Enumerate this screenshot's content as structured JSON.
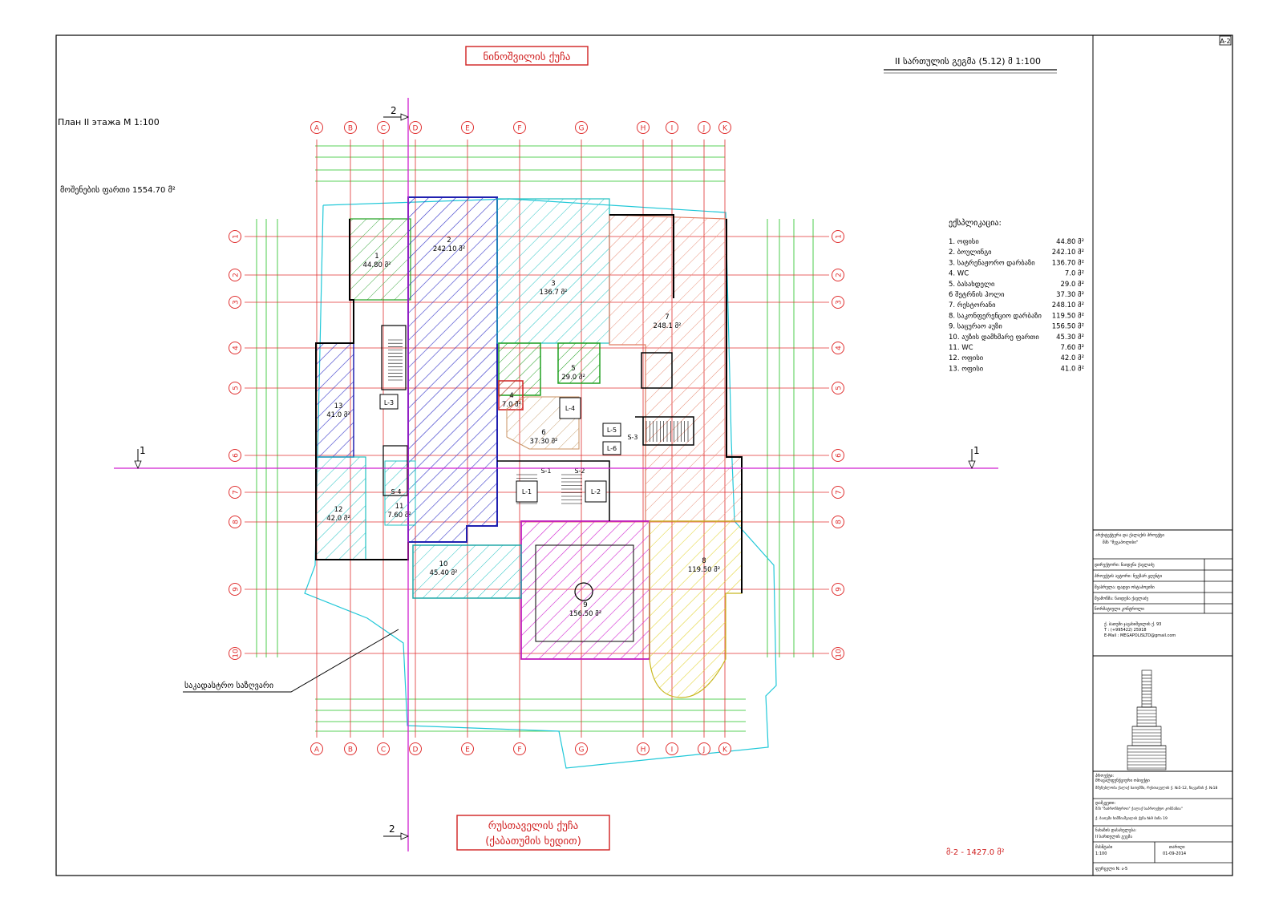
{
  "sheet_code": "A-2",
  "plan_title_ru": "План II этажа М 1:100",
  "plan_title_ge": "II სართულის გეგმა (5.12) მ 1:100",
  "street_top": "ნინოშვილის ქუჩა",
  "street_bottom_line1": "რუსთაველის ქუჩა",
  "street_bottom_line2": "(ქაბათუმის ხედით)",
  "built_area": "მოშენების ფართი 1554.70 მ²",
  "cadastral_label": "საკადასტრო საზღვარი",
  "floor_total": "მ-2 - 1427.0 მ²",
  "axes_letters": [
    "A",
    "B",
    "C",
    "D",
    "E",
    "F",
    "G",
    "H",
    "I",
    "J",
    "K"
  ],
  "axes_numbers": [
    "1",
    "2",
    "3",
    "4",
    "5",
    "6",
    "7",
    "8",
    "9",
    "10"
  ],
  "section_marks": {
    "vertical": "2",
    "horizontal": "1"
  },
  "explication": {
    "title": "ექსპლიკაცია:",
    "rows": [
      {
        "name": "1. ოფისი",
        "area": "44.80 მ²"
      },
      {
        "name": "2. ბოულინგი",
        "area": "242.10 მ²"
      },
      {
        "name": "3. სატრენაჟორო დარბაზი",
        "area": "136.70 მ²"
      },
      {
        "name": "4. WC",
        "area": "7.0 მ²"
      },
      {
        "name": "5. ბასახდელი",
        "area": "29.0 მ²"
      },
      {
        "name": "6 შეტრნის ჰოლი",
        "area": "37.30 მ²"
      },
      {
        "name": "7. რესტორანი",
        "area": "248.10 მ²"
      },
      {
        "name": "8. საკონფერენციო დარბაზი",
        "area": "119.50 მ²"
      },
      {
        "name": "9. საცურაო აუზი",
        "area": "156.50 მ²"
      },
      {
        "name": "10. აუზის დამხმარე ფართი",
        "area": "45.30 მ²"
      },
      {
        "name": "11. WC",
        "area": "7.60 მ²"
      },
      {
        "name": "12. ოფისი",
        "area": "42.0 მ²"
      },
      {
        "name": "13. ოფისი",
        "area": "41.0 მ²"
      }
    ]
  },
  "rooms": [
    {
      "num": "1",
      "area": "44.80 მ²"
    },
    {
      "num": "2",
      "area": "242.10 მ²"
    },
    {
      "num": "3",
      "area": "136.7 მ²"
    },
    {
      "num": "4",
      "area": "7.0 მ²"
    },
    {
      "num": "5",
      "area": "29.0 მ²"
    },
    {
      "num": "6",
      "area": "37.30 მ²"
    },
    {
      "num": "7",
      "area": "248.1 მ²"
    },
    {
      "num": "8",
      "area": "119.50 მ²"
    },
    {
      "num": "9",
      "area": "156.50 მ²"
    },
    {
      "num": "10",
      "area": "45.40 მ²"
    },
    {
      "num": "11",
      "area": "7.60 მ²"
    },
    {
      "num": "12",
      "area": "42.0 მ²"
    },
    {
      "num": "13",
      "area": "41.0 მ²"
    }
  ],
  "cores": [
    "L-1",
    "L-2",
    "L-3",
    "L-4",
    "L-5",
    "L-6",
    "S-1",
    "S-2",
    "S-3",
    "S-4"
  ],
  "title_block": {
    "company_line1": "არქიტექტურა და ქალაქის პროექტი",
    "company_line2": "შპს \"მეგაპოლისი\"",
    "roles": [
      "დირექტორი: ნაიდენა ქავლაძე",
      "პროექტის ავტორი: ნუგზარ ჟღენტი",
      "შეასრულა: ფადეი ოსტაპოვიჩი",
      "შეამოწმა: ნაიდენა ქავლაძე",
      "ნორმატიული კონტროლი"
    ],
    "address": "ქ. ბათუმი ჯავახიშვილის ქ. 93",
    "phone": "T : (+995422) 25918",
    "email": "E-Mail : MEGAPOLISLTD@gmail.com",
    "project_label": "პროექტი:",
    "project_name": "მრავალფუნქციური ობიექტი",
    "project_desc": "მშენებლობა ქალაქ ბათუმში, რუსთაველის ქ. №5-12, ჩიკვანის ქ. №18",
    "client_label": "დამკვეთი:",
    "client_name": "შპს \"ზაბრონსტროი\" ქალაქ საპროექტო კომპანია\"",
    "client_addr": "ქ. ბათუმი ხიმშიაშვილის ქუჩა №9 ბინა 19",
    "sheet_name_label": "ნახაზის დასახელება:",
    "sheet_name": "II სართულის გეგმა",
    "scale_label": "მასშტაბი",
    "scale": "1:100",
    "date_label": "თარიღი",
    "date": "01-09-2014",
    "sheet_no": "ფურცელი N: ა-5"
  }
}
